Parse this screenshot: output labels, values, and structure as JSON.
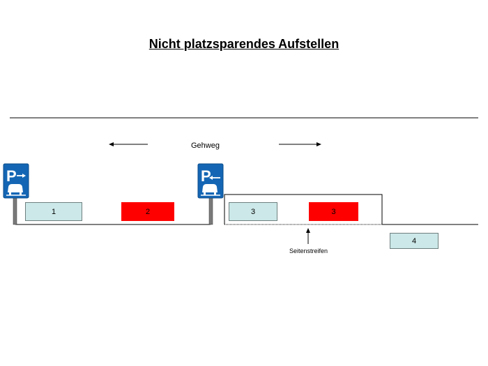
{
  "title": "Nicht platzsparendes Aufstellen",
  "labels": {
    "sidewalk": "Gehweg",
    "shoulder": "Seitenstreifen"
  },
  "signs": [
    {
      "letter": "P",
      "color": "#1466b4",
      "icon": "parking-sign-arrow-right-icon"
    },
    {
      "letter": "P",
      "color": "#1466b4",
      "icon": "parking-sign-arrow-left-icon"
    }
  ],
  "cars": [
    {
      "label": "1",
      "color": "#cce8e8"
    },
    {
      "label": "2",
      "color": "#ff0000"
    },
    {
      "label": "3",
      "color": "#cce8e8"
    },
    {
      "label": "3",
      "color": "#ff0000"
    },
    {
      "label": "4",
      "color": "#cce8e8"
    }
  ]
}
